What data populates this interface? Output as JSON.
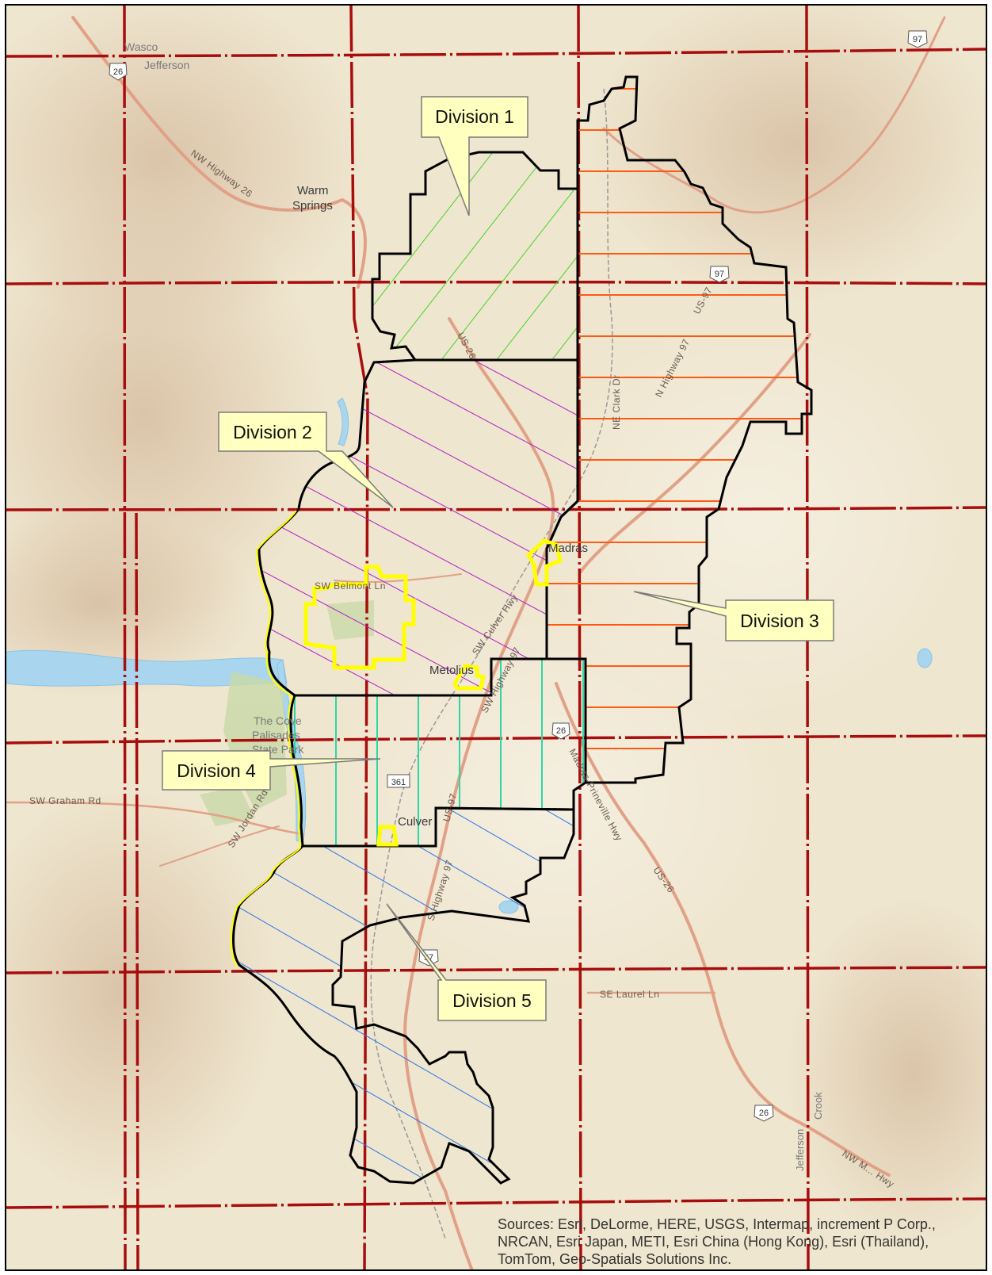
{
  "map": {
    "divisions": [
      {
        "id": 1,
        "label": "Division 1",
        "hatch_color": "#44d424",
        "hatch_style": "diagonal-down"
      },
      {
        "id": 2,
        "label": "Division 2",
        "hatch_color": "#b31cc9",
        "hatch_style": "diagonal-up"
      },
      {
        "id": 3,
        "label": "Division 3",
        "hatch_color": "#ff5a14",
        "hatch_style": "horizontal"
      },
      {
        "id": 4,
        "label": "Division 4",
        "hatch_color": "#2fd6a4",
        "hatch_style": "vertical"
      },
      {
        "id": 5,
        "label": "Division 5",
        "hatch_color": "#2a74e6",
        "hatch_style": "diagonal-down"
      }
    ],
    "places": {
      "wasco": "Wasco",
      "jefferson_top": "Jefferson",
      "warm": "Warm",
      "springs": "Springs",
      "madras": "Madras",
      "metolius": "Metolius",
      "culver": "Culver",
      "the_cove": "The Cove",
      "palisades": "Palisades",
      "state_park": "State Park",
      "jefferson_bottom": "Jefferson",
      "crook": "Crook"
    },
    "roads": {
      "nw_highway_26": "NW Highway 26",
      "us_26_a": "US-26",
      "ne_clark_dr": "NE Clark Dr",
      "n_highway_97": "N Highway 97",
      "us_97_n": "US-97",
      "sw_belmont": "SW Belmont Ln",
      "sw_culver_hwy": "SW Culver Hwy",
      "sw_highway_97": "SW Highway 97",
      "madras_prineville": "Madras-Prineville Hwy",
      "us_26_b": "US-26",
      "sw_graham": "SW Graham Rd",
      "sw_jordan": "SW Jordan Rd",
      "us_97_s": "US-97",
      "s_highway_97": "S Highway 97",
      "se_laurel": "SE Laurel Ln",
      "nw_m_hwy": "NW M... Hwy"
    },
    "shields": {
      "s26_top": "26",
      "s97_top": "97",
      "s97_mid": "97",
      "s26_mid": "26",
      "s361": "361",
      "s97_low": "97",
      "s26_low": "26"
    },
    "colors": {
      "basemap": "#efe6cf",
      "township_grid": "#a80d0d",
      "boundary": "#000000",
      "city_limits": "#ffff00",
      "water": "#a9d6ee",
      "road": "#e0a187",
      "park": "#c9d9a8"
    },
    "attribution": "Sources: Esri, DeLorme, HERE, USGS, Intermap, increment P Corp., NRCAN, Esri Japan, METI, Esri China (Hong Kong), Esri (Thailand), TomTom, Geo-Spatials Solutions Inc."
  }
}
